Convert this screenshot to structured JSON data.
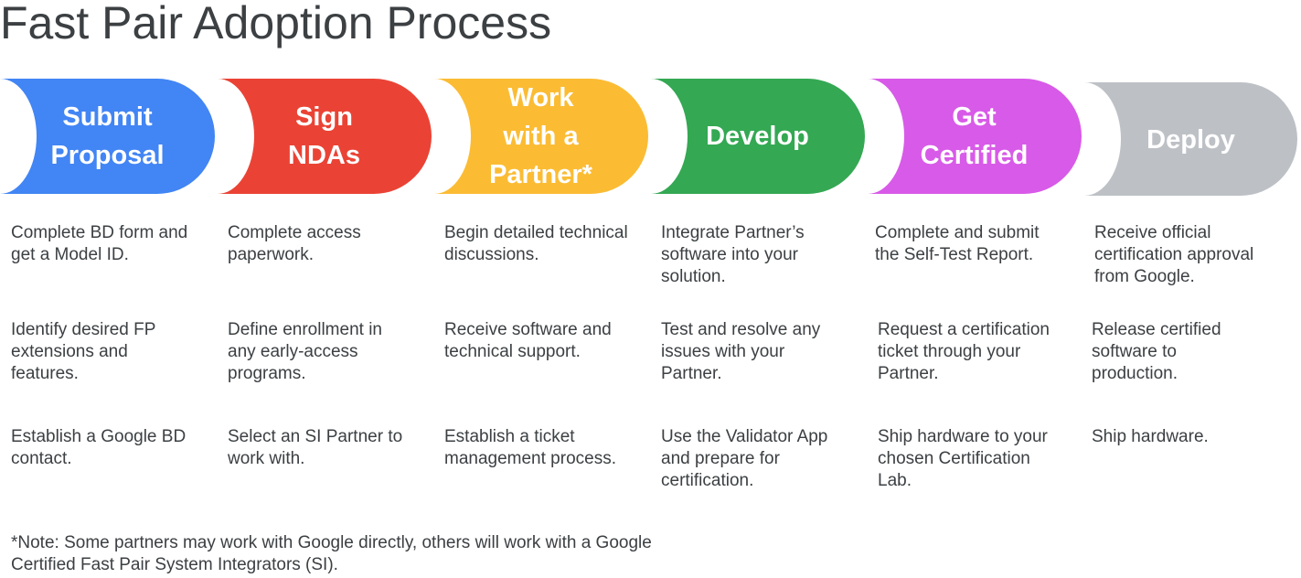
{
  "title": "Fast Pair Adoption Process",
  "steps": [
    {
      "label": "Submit\nProposal",
      "color": "#4285f4",
      "items": [
        "Complete BD form and get a Model ID.",
        "Identify desired FP extensions and features.",
        "Establish a Google BD contact."
      ]
    },
    {
      "label": "Sign\nNDAs",
      "color": "#ea4335",
      "items": [
        "Complete access paperwork.",
        "Define enrollment in any early-access programs.",
        "Select an SI Partner to work with."
      ]
    },
    {
      "label": "Work\nwith a\nPartner*",
      "color": "#fbbc34",
      "items": [
        "Begin detailed technical discussions.",
        "Receive software and technical support.",
        "Establish a ticket management process."
      ]
    },
    {
      "label": "Develop",
      "color": "#34a853",
      "items": [
        "Integrate Partner’s software into your solution.",
        "Test and resolve any issues with your Partner.",
        "Use the Validator App and prepare for certification."
      ]
    },
    {
      "label": "Get\nCertified",
      "color": "#d85ae8",
      "items": [
        "Complete and submit the Self-Test Report.",
        "Request a certification ticket through your Partner.",
        "Ship hardware to your chosen Certification Lab."
      ]
    },
    {
      "label": "Deploy",
      "color": "#bdc1c6",
      "items": [
        "Receive official certification approval from Google.",
        "Release certified software to production.",
        "Ship hardware."
      ]
    }
  ],
  "note": "*Note: Some partners may work with Google directly, others will work with a Google Certified Fast Pair System Integrators (SI)."
}
